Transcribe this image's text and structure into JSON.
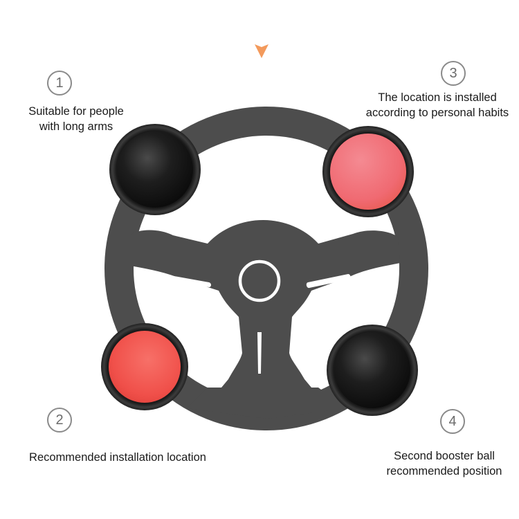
{
  "diagram": {
    "subject": "steering wheel booster ball positions",
    "pointer_arrow": {
      "color": "#f39a5c"
    },
    "wheel_color": "#4d4d4d",
    "markers": [
      {
        "number": "1",
        "lines": [
          "Suitable for people",
          "with long arms"
        ],
        "ball_color": "black"
      },
      {
        "number": "2",
        "lines": [
          "Recommended installation location"
        ],
        "ball_color": "red"
      },
      {
        "number": "3",
        "lines": [
          "The location is installed",
          "according to personal habits"
        ],
        "ball_color": "pink"
      },
      {
        "number": "4",
        "lines": [
          "Second booster ball",
          "recommended position"
        ],
        "ball_color": "black"
      }
    ]
  },
  "colors": {
    "wheel": "#4d4d4d",
    "ball_rim": "#2b2b2b",
    "ball_black": "#1c1c1c",
    "ball_pink": "#f0707a",
    "ball_red": "#f0504a",
    "badge_border": "#8a8a8a",
    "arrow": "#f39a5c"
  }
}
